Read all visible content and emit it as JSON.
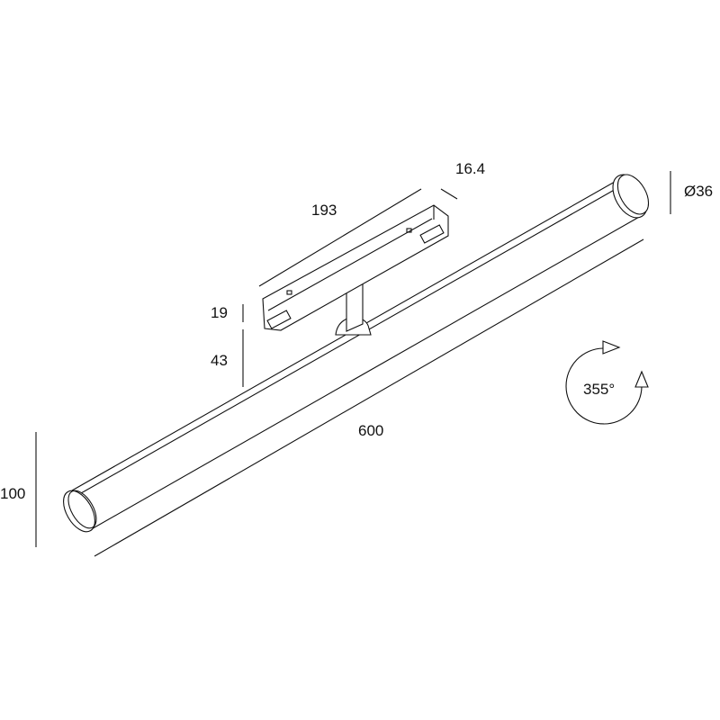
{
  "dimensions": {
    "track_adapter_length": "193",
    "track_adapter_width": "16.4",
    "diameter": "Ø36",
    "adapter_height": "19",
    "stem_height": "43",
    "tube_length": "600",
    "overall_height": "100",
    "rotation": "355°"
  },
  "colors": {
    "line": "#111111",
    "background": "#ffffff"
  }
}
